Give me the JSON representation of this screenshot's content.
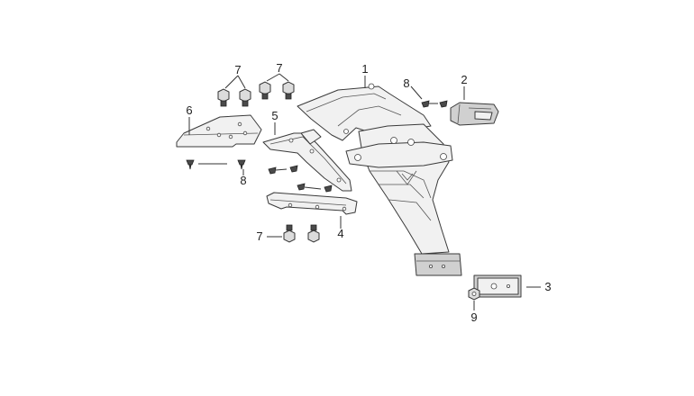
{
  "callouts": {
    "c1": "1",
    "c2": "2",
    "c3": "3",
    "c4": "4",
    "c5": "5",
    "c6": "6",
    "c7a": "7",
    "c7b": "7",
    "c7c": "7",
    "c8a": "8",
    "c8b": "8",
    "c9": "9"
  }
}
